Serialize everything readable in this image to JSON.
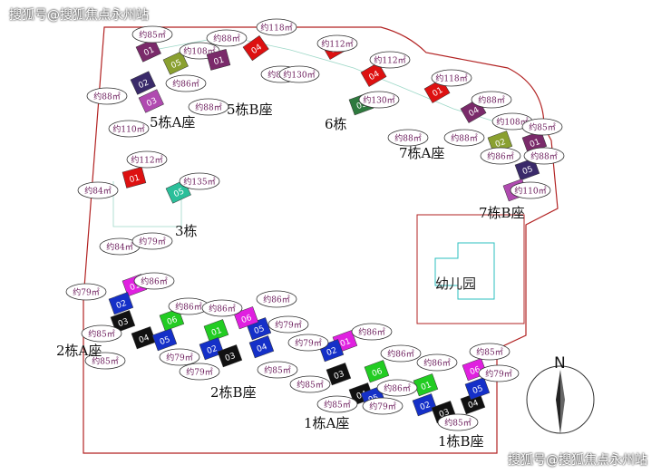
{
  "watermark": "搜狐号@搜狐焦点永州站",
  "compass": {
    "north_label": "N",
    "north_icon": "north-arrow-icon"
  },
  "kindergarten_label": "幼儿园",
  "colors": {
    "boundary": "#b22222",
    "green": "#22cc22",
    "blue": "#1530c8",
    "black": "#111111",
    "magenta": "#e020e0",
    "red": "#dd1111",
    "purple": "#7a2a6a",
    "olive": "#8aa030",
    "gold": "#f0a818",
    "teal": "#2bbf9a"
  },
  "buildings": [
    {
      "name": "5栋A座",
      "units": [
        {
          "label": "01",
          "color": "#7a2a6a"
        },
        {
          "label": "02",
          "color": "#3a2a6a"
        },
        {
          "label": "03",
          "color": "#b04ab0"
        },
        {
          "label": "05",
          "color": "#8aa030"
        }
      ],
      "areas": [
        "约85㎡",
        "约108㎡",
        "约88㎡",
        "约86㎡",
        "约110㎡"
      ]
    },
    {
      "name": "5栋B座",
      "units": [
        {
          "label": "01",
          "color": "#7a2a6a"
        },
        {
          "label": "04",
          "color": "#dd1111"
        }
      ],
      "areas": [
        "约88㎡",
        "约118㎡",
        "约88㎡",
        "约88㎡"
      ]
    },
    {
      "name": "6栋",
      "units": [
        {
          "label": "01",
          "color": "#dd1111"
        },
        {
          "label": "04",
          "color": "#dd1111"
        },
        {
          "label": "03",
          "color": "#2e7a3e"
        }
      ],
      "areas": [
        "约112㎡",
        "约112㎡",
        "约130㎡",
        "约130㎡"
      ]
    },
    {
      "name": "7栋A座",
      "units": [
        {
          "label": "01",
          "color": "#dd1111"
        },
        {
          "label": "04",
          "color": "#7a2a6a"
        }
      ],
      "areas": [
        "约118㎡",
        "约88㎡",
        "约88㎡",
        "约88㎡"
      ]
    },
    {
      "name": "7栋B座",
      "units": [
        {
          "label": "02",
          "color": "#8aa030"
        },
        {
          "label": "01",
          "color": "#7a2a6a"
        },
        {
          "label": "05",
          "color": "#3a2a6a"
        },
        {
          "label": "04",
          "color": "#b04ab0"
        }
      ],
      "areas": [
        "约108㎡",
        "约85㎡",
        "约88㎡",
        "约86㎡",
        "约110㎡"
      ]
    },
    {
      "name": "3栋",
      "units": [
        {
          "label": "01",
          "color": "#dd1111"
        },
        {
          "label": "05",
          "color": "#2bbf9a"
        }
      ],
      "areas": [
        "约112㎡",
        "约135㎡",
        "约84㎡",
        "约84㎡",
        "约79㎡"
      ]
    },
    {
      "name": "2栋A座",
      "units": [
        {
          "label": "01",
          "color": "#e020e0"
        },
        {
          "label": "02",
          "color": "#1530c8"
        },
        {
          "label": "03",
          "color": "#111111"
        },
        {
          "label": "04",
          "color": "#111111"
        },
        {
          "label": "05",
          "color": "#1530c8"
        },
        {
          "label": "06",
          "color": "#22cc22"
        }
      ],
      "areas": [
        "约79㎡",
        "约86㎡",
        "约86㎡",
        "约85㎡",
        "约79㎡",
        "约85㎡"
      ]
    },
    {
      "name": "2栋B座",
      "units": [
        {
          "label": "01",
          "color": "#22cc22"
        },
        {
          "label": "02",
          "color": "#1530c8"
        },
        {
          "label": "03",
          "color": "#111111"
        },
        {
          "label": "04",
          "color": "#1530c8"
        },
        {
          "label": "05",
          "color": "#1530c8"
        },
        {
          "label": "06",
          "color": "#e020e0"
        }
      ],
      "areas": [
        "约86㎡",
        "约86㎡",
        "约79㎡",
        "约85㎡",
        "约79㎡"
      ]
    },
    {
      "name": "1栋A座",
      "units": [
        {
          "label": "01",
          "color": "#e020e0"
        },
        {
          "label": "02",
          "color": "#1530c8"
        },
        {
          "label": "03",
          "color": "#111111"
        },
        {
          "label": "04",
          "color": "#111111"
        },
        {
          "label": "05",
          "color": "#1530c8"
        },
        {
          "label": "06",
          "color": "#22cc22"
        }
      ],
      "areas": [
        "约79㎡",
        "约86㎡",
        "约86㎡",
        "约85㎡",
        "约85㎡",
        "约79㎡"
      ]
    },
    {
      "name": "1栋B座",
      "units": [
        {
          "label": "01",
          "color": "#22cc22"
        },
        {
          "label": "02",
          "color": "#1530c8"
        },
        {
          "label": "03",
          "color": "#111111"
        },
        {
          "label": "04",
          "color": "#111111"
        },
        {
          "label": "05",
          "color": "#1530c8"
        },
        {
          "label": "06",
          "color": "#e020e0"
        }
      ],
      "areas": [
        "约86㎡",
        "约86㎡",
        "约85㎡",
        "约85㎡",
        "约79㎡"
      ]
    }
  ]
}
